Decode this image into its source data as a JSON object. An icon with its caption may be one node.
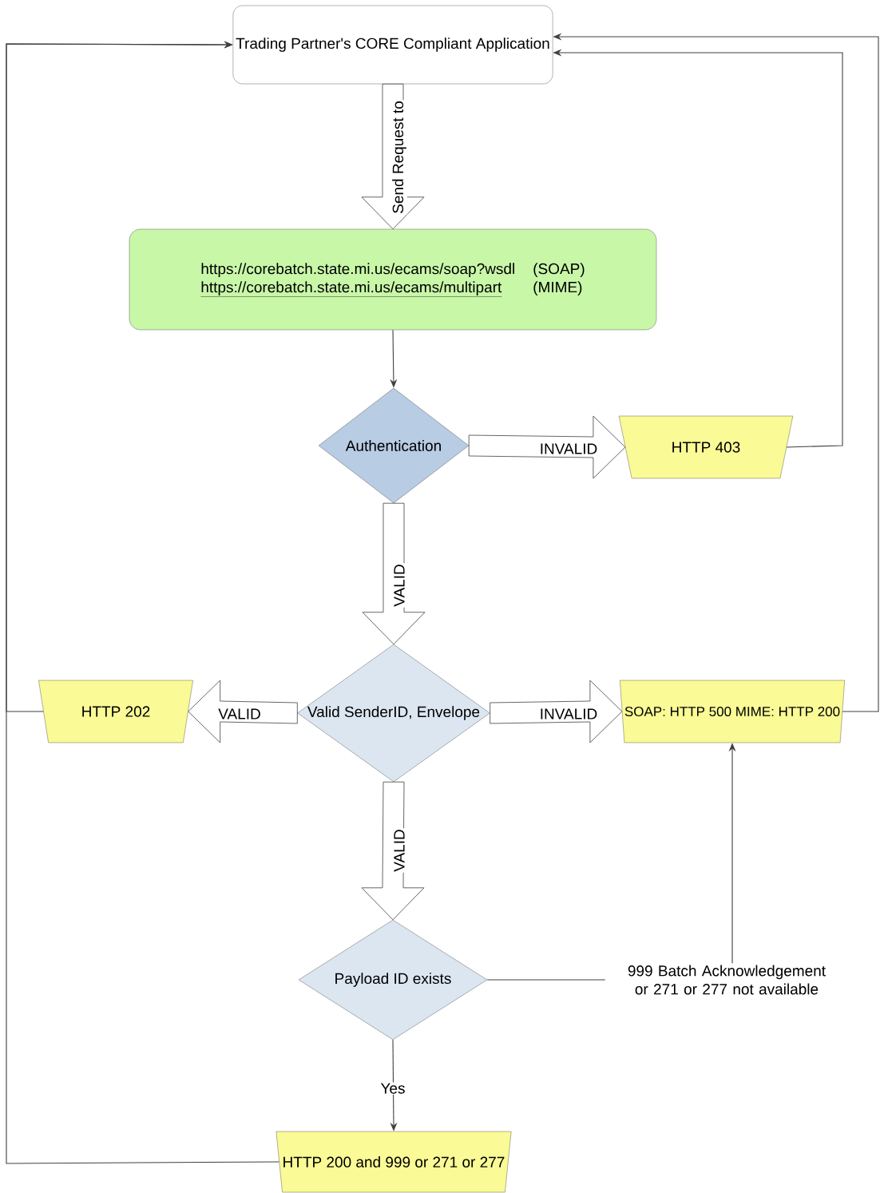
{
  "diagram": {
    "nodes": [
      {
        "text": [
          "Trading Partner's CORE Compliant Application"
        ]
      },
      {
        "text": [
          "https://corebatch.state.mi.us/ecams/soap?wsdl",
          "(SOAP)",
          "https://corebatch.state.mi.us/ecams/multipart",
          "(MIME)"
        ]
      },
      {
        "text": [
          "Authentication"
        ]
      },
      {
        "text": [
          "HTTP 403"
        ]
      },
      {
        "text": [
          "Valid SenderID, Envelope"
        ]
      },
      {
        "text": [
          "HTTP 202"
        ]
      },
      {
        "text": [
          "SOAP: HTTP 500 MIME: HTTP 200"
        ]
      },
      {
        "text": [
          "Payload ID exists"
        ]
      },
      {
        "text": [
          "HTTP 200 and 999 or 271 or 277"
        ]
      },
      {
        "text": [
          "999 Batch Acknowledgement or 271 or 277 not available"
        ]
      }
    ],
    "edges": [
      {
        "from": 0,
        "to": 1,
        "arrow": "to",
        "label": "Send Request to",
        "style": "thick"
      },
      {
        "from": 1,
        "to": 2,
        "arrow": "to"
      },
      {
        "from": 2,
        "to": 3,
        "arrow": "to",
        "label": "INVALID",
        "style": "thick"
      },
      {
        "from": 3,
        "to": 0,
        "arrow": "to"
      },
      {
        "from": 2,
        "to": 4,
        "arrow": "to",
        "label": "VALID",
        "style": "thick"
      },
      {
        "from": 4,
        "to": 5,
        "arrow": "to",
        "label": "VALID",
        "style": "thick"
      },
      {
        "from": 4,
        "to": 6,
        "arrow": "to",
        "label": "INVALID",
        "style": "thick"
      },
      {
        "from": 5,
        "to": 0,
        "arrow": "to"
      },
      {
        "from": 6,
        "to": 0,
        "arrow": "to"
      },
      {
        "from": 4,
        "to": 7,
        "arrow": "to",
        "label": "VALID",
        "style": "thick"
      },
      {
        "from": 7,
        "to": 9,
        "arrow": "none"
      },
      {
        "from": 9,
        "to": 6,
        "arrow": "to"
      },
      {
        "from": 7,
        "to": 8,
        "arrow": "to",
        "label": "Yes"
      },
      {
        "from": 8,
        "to": 0,
        "arrow": "to"
      }
    ]
  }
}
